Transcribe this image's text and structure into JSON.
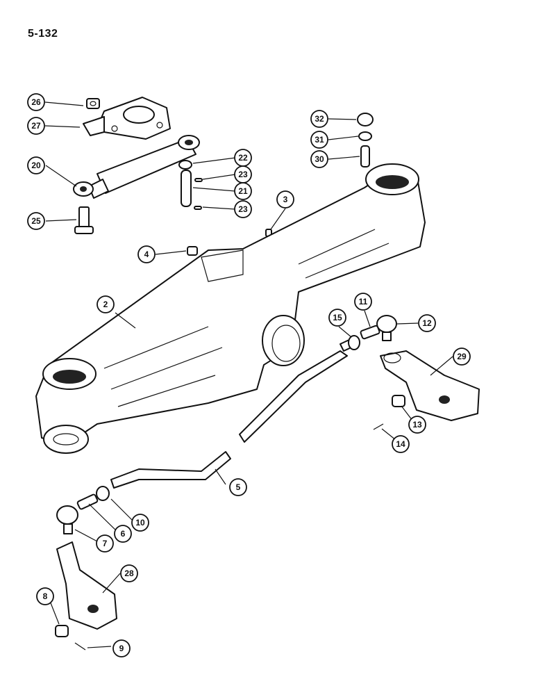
{
  "page_number": "5-132",
  "callouts": [
    {
      "id": "26",
      "label": "26"
    },
    {
      "id": "27",
      "label": "27"
    },
    {
      "id": "20",
      "label": "20"
    },
    {
      "id": "25",
      "label": "25"
    },
    {
      "id": "22",
      "label": "22"
    },
    {
      "id": "23a",
      "label": "23"
    },
    {
      "id": "21",
      "label": "21"
    },
    {
      "id": "23b",
      "label": "23"
    },
    {
      "id": "32",
      "label": "32"
    },
    {
      "id": "31",
      "label": "31"
    },
    {
      "id": "30",
      "label": "30"
    },
    {
      "id": "3",
      "label": "3"
    },
    {
      "id": "4",
      "label": "4"
    },
    {
      "id": "2",
      "label": "2"
    },
    {
      "id": "15",
      "label": "15"
    },
    {
      "id": "11",
      "label": "11"
    },
    {
      "id": "12",
      "label": "12"
    },
    {
      "id": "29",
      "label": "29"
    },
    {
      "id": "13",
      "label": "13"
    },
    {
      "id": "14",
      "label": "14"
    },
    {
      "id": "5",
      "label": "5"
    },
    {
      "id": "10",
      "label": "10"
    },
    {
      "id": "6",
      "label": "6"
    },
    {
      "id": "7",
      "label": "7"
    },
    {
      "id": "28",
      "label": "28"
    },
    {
      "id": "8",
      "label": "8"
    },
    {
      "id": "9",
      "label": "9"
    }
  ]
}
